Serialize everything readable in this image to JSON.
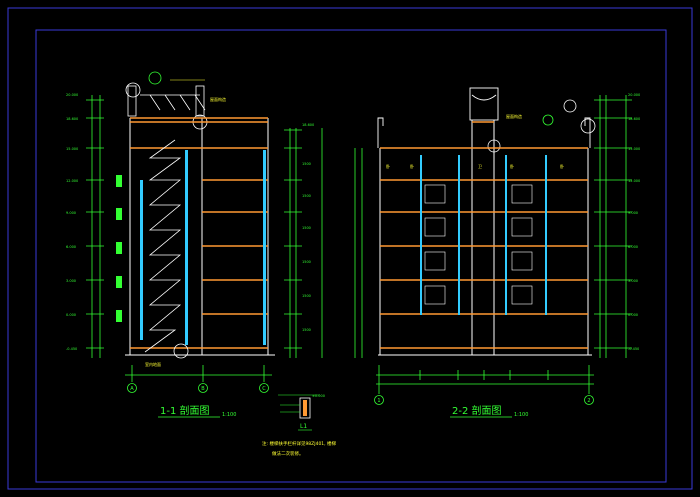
{
  "sections": [
    {
      "title": "1-1 剖面图",
      "scale": "1:100"
    },
    {
      "title": "2-2 剖面图",
      "scale": "1:100"
    }
  ],
  "detail": {
    "label": "L1"
  },
  "note": {
    "line1": "注: 楼梯扶手栏杆详见98ZJ401, 楼梯",
    "line2": "做法二次装修。"
  },
  "axes_left": [
    "A",
    "B",
    "C"
  ],
  "axes_right": [
    "1",
    "2"
  ],
  "colors": {
    "background": "#000000",
    "frame": "#3a3ad8",
    "wall": "#ffffff",
    "floor": "#ff9933",
    "dimension": "#33ff33",
    "text_yellow": "#ffff33",
    "glass": "#33ccff",
    "title": "#33ff33"
  }
}
